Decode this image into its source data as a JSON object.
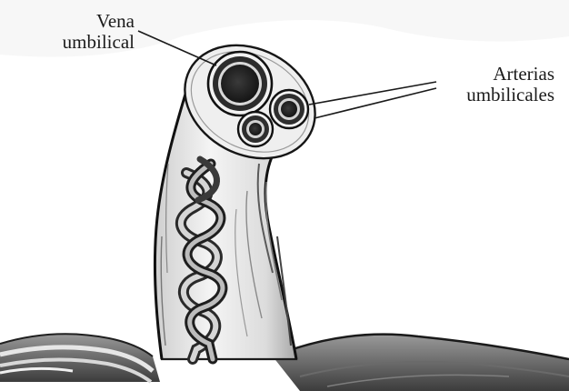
{
  "labels": {
    "vein": {
      "line1": "Vena",
      "line2": "umbilical"
    },
    "arteries": {
      "line1": "Arterias",
      "line2": "umbilicales"
    }
  }
}
